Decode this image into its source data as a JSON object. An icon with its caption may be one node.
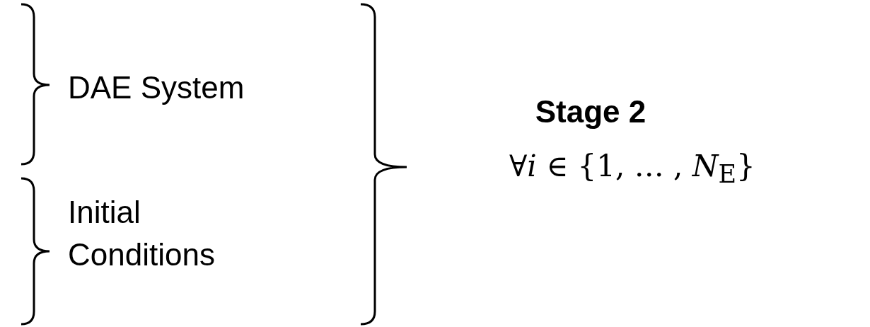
{
  "diagram": {
    "labels": [
      "DAE System",
      "Initial Conditions",
      "Stage 2",
      "∀*i* ∈ {1, … , *N*$_{E}$}"
    ]
  }
}
